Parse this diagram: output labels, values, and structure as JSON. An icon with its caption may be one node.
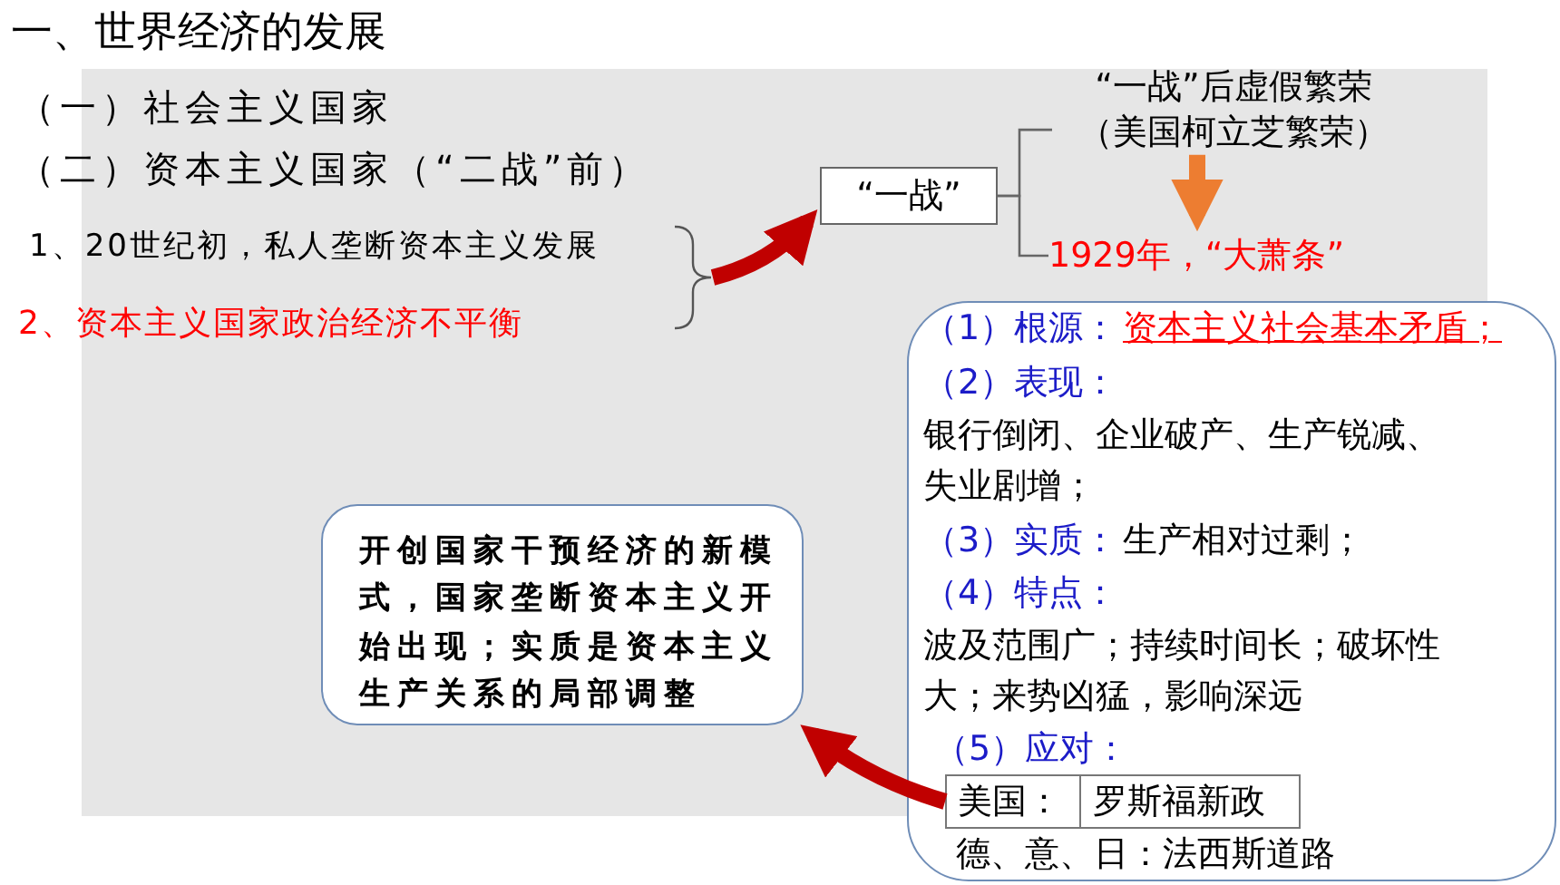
{
  "diagram": {
    "title": "一、世界经济的发展",
    "nodes": [
      {
        "text": [
          "1、20世纪初，私人垄断资本主义发展"
        ]
      },
      {
        "text": [
          "2、资本主义国家政治经济不平衡"
        ]
      },
      {
        "text": [
          "“一战”"
        ]
      },
      {
        "text": [
          "“一战”后虚假繁荣（美国柯立芝繁荣）"
        ]
      },
      {
        "text": [
          "1929年，“大萧条”"
        ]
      },
      {
        "text": [
          "（1）根源：",
          "资本主义社会基本矛盾；",
          "（2）表现：",
          "银行倒闭、企业破产、生产锐减、失业剧增；",
          "（3）实质：",
          "生产相对过剩；",
          "（4）特点：",
          "波及范围广；持续时间长；破坏性大；来势凶猛，影响深远",
          "（5）应对：",
          "德、意、日：法西斯道路"
        ]
      },
      {
        "text": [
          "美国：",
          "罗斯福新政"
        ],
        "in": 5
      },
      {
        "text": [
          "开创国家干预经济的新模式，国家垄断资本主义开始出现；实质是资本主义生产关系的局部调整"
        ]
      },
      {
        "text": [],
        "shape": "brace"
      }
    ],
    "edges": [
      {
        "from": 8,
        "to": 2,
        "arrow": "to"
      },
      {
        "from": 2,
        "to": 3,
        "arrow": "none",
        "color": "#666666"
      },
      {
        "from": 2,
        "to": 4,
        "arrow": "none",
        "color": "#666666"
      },
      {
        "from": 3,
        "to": 4,
        "arrow": "to",
        "color": "#ed7d31"
      },
      {
        "from": 6,
        "to": 7,
        "arrow": "to"
      }
    ],
    "labels": [
      "（一）社会主义国家",
      "（二）资本主义国家（“二战”前）"
    ]
  }
}
